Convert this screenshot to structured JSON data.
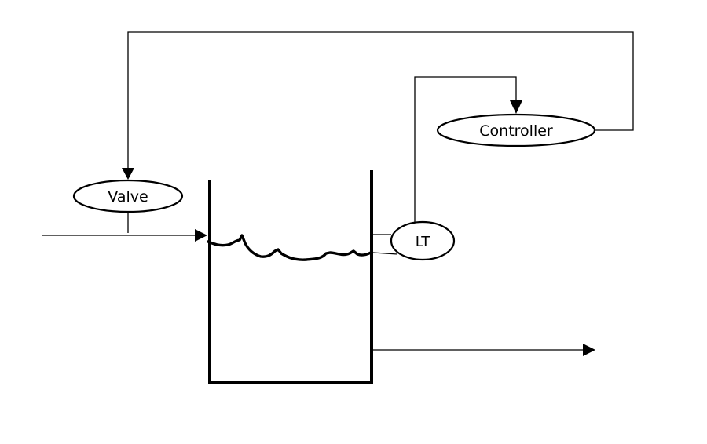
{
  "diagram": {
    "title": "Tank level control loop",
    "nodes": {
      "valve": {
        "label": "Valve"
      },
      "controller": {
        "label": "Controller"
      },
      "level_transmitter": {
        "label": "LT"
      },
      "tank": {
        "label": ""
      }
    },
    "connections": [
      {
        "from": "controller",
        "to": "valve",
        "kind": "signal"
      },
      {
        "from": "level_transmitter",
        "to": "controller",
        "kind": "signal"
      },
      {
        "from": "valve",
        "to": "inlet_stream",
        "kind": "actuation"
      },
      {
        "from": "inlet",
        "to": "tank",
        "kind": "flow"
      },
      {
        "from": "tank",
        "to": "outlet",
        "kind": "flow"
      },
      {
        "from": "tank",
        "to": "level_transmitter",
        "kind": "measurement"
      }
    ],
    "colors": {
      "line": "#000000",
      "background": "#ffffff"
    }
  }
}
